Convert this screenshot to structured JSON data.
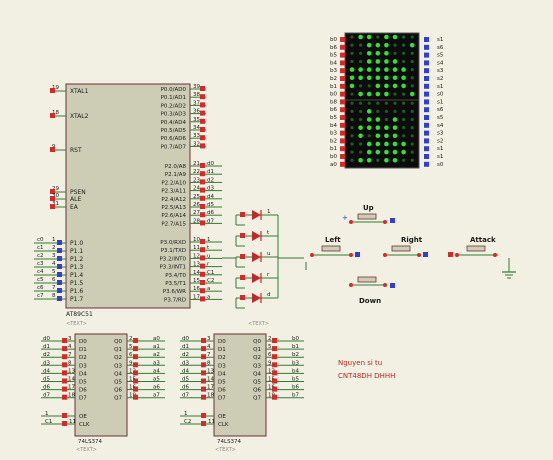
{
  "placeholder_text": "<TEXT>",
  "mcu": {
    "part": "AT89C51",
    "left_pins": [
      {
        "num": "19",
        "name": "XTAL1"
      },
      {
        "num": "18",
        "name": "XTAL2"
      },
      {
        "num": "9",
        "name": "RST"
      },
      {
        "num": "29",
        "name": "PSEN"
      },
      {
        "num": "30",
        "name": "ALE"
      },
      {
        "num": "31",
        "name": "EA"
      },
      {
        "num": "1",
        "name": "P1.0",
        "net": "c0"
      },
      {
        "num": "2",
        "name": "P1.1",
        "net": "c1"
      },
      {
        "num": "3",
        "name": "P1.2",
        "net": "c2"
      },
      {
        "num": "4",
        "name": "P1.3",
        "net": "c3"
      },
      {
        "num": "5",
        "name": "P1.4",
        "net": "c4"
      },
      {
        "num": "6",
        "name": "P1.5",
        "net": "c5"
      },
      {
        "num": "7",
        "name": "P1.6",
        "net": "c6"
      },
      {
        "num": "8",
        "name": "P1.7",
        "net": "c7"
      }
    ],
    "right_pins": [
      {
        "num": "39",
        "name": "P0.0/AD0"
      },
      {
        "num": "38",
        "name": "P0.1/AD1"
      },
      {
        "num": "37",
        "name": "P0.2/AD2"
      },
      {
        "num": "36",
        "name": "P0.3/AD3"
      },
      {
        "num": "35",
        "name": "P0.4/AD4"
      },
      {
        "num": "34",
        "name": "P0.5/AD5"
      },
      {
        "num": "33",
        "name": "P0.6/AD6"
      },
      {
        "num": "32",
        "name": "P0.7/AD7"
      },
      {
        "num": "21",
        "name": "P2.0/A8",
        "net": "d0"
      },
      {
        "num": "22",
        "name": "P2.1/A9",
        "net": "d1"
      },
      {
        "num": "23",
        "name": "P2.2/A10",
        "net": "d2"
      },
      {
        "num": "24",
        "name": "P2.3/A11",
        "net": "d3"
      },
      {
        "num": "25",
        "name": "P2.4/A12",
        "net": "d4"
      },
      {
        "num": "26",
        "name": "P2.5/A13",
        "net": "d5"
      },
      {
        "num": "27",
        "name": "P2.6/A14",
        "net": "d6"
      },
      {
        "num": "28",
        "name": "P2.7/A15",
        "net": "d7"
      },
      {
        "num": "10",
        "name": "P3.0/RXD",
        "net": "1"
      },
      {
        "num": "11",
        "name": "P3.1/TXD",
        "net": "t"
      },
      {
        "num": "12",
        "name": "P3.2/INT0",
        "net": "u"
      },
      {
        "num": "13",
        "name": "P3.3/INT1",
        "net": "r"
      },
      {
        "num": "14",
        "name": "P3.4/T0",
        "net": "C1"
      },
      {
        "num": "15",
        "name": "P3.5/T1",
        "net": "C2"
      },
      {
        "num": "16",
        "name": "P3.6/WR",
        "net": "a"
      },
      {
        "num": "17",
        "name": "P3.7/RD",
        "net": "a"
      }
    ]
  },
  "diodes": [
    {
      "net": "1"
    },
    {
      "net": "t"
    },
    {
      "net": "u"
    },
    {
      "net": "r"
    },
    {
      "net": "d"
    }
  ],
  "matrix": {
    "left_labels": [
      "b0",
      "b6",
      "b5",
      "b4",
      "b3",
      "b2",
      "b1",
      "b0",
      "b8",
      "b6",
      "b5",
      "b4",
      "b3",
      "b2",
      "b1",
      "b0",
      "a0"
    ],
    "right_labels": [
      "s1",
      "s6",
      "s5",
      "s4",
      "s3",
      "s2",
      "s1",
      "s0",
      "s1",
      "s6",
      "s5",
      "s4",
      "s3",
      "s2",
      "s1",
      "s1",
      "s0"
    ],
    "lit": [
      [
        0,
        1,
        1,
        0,
        1,
        1,
        0,
        0
      ],
      [
        0,
        0,
        1,
        1,
        1,
        0,
        0,
        1
      ],
      [
        0,
        0,
        1,
        1,
        1,
        0,
        0,
        0
      ],
      [
        0,
        0,
        1,
        1,
        1,
        1,
        0,
        0
      ],
      [
        1,
        1,
        1,
        1,
        1,
        1,
        1,
        0
      ],
      [
        1,
        1,
        1,
        1,
        1,
        1,
        1,
        0
      ],
      [
        1,
        0,
        0,
        1,
        1,
        1,
        1,
        0
      ],
      [
        0,
        1,
        1,
        1,
        1,
        0,
        0,
        1
      ],
      [
        0,
        0,
        0,
        0,
        0,
        0,
        0,
        0
      ],
      [
        0,
        0,
        1,
        0,
        0,
        0,
        0,
        0
      ],
      [
        0,
        0,
        1,
        1,
        0,
        1,
        0,
        0
      ],
      [
        0,
        1,
        1,
        1,
        1,
        1,
        0,
        0
      ],
      [
        0,
        1,
        0,
        1,
        1,
        1,
        0,
        0
      ],
      [
        0,
        0,
        1,
        1,
        1,
        1,
        1,
        0
      ],
      [
        0,
        0,
        1,
        1,
        1,
        1,
        1,
        0
      ],
      [
        0,
        1,
        1,
        0,
        1,
        1,
        0,
        0
      ]
    ]
  },
  "buttons": {
    "up": "Up",
    "left": "Left",
    "right": "Right",
    "down": "Down",
    "attack": "Attack"
  },
  "latch1": {
    "part": "74LS374",
    "d_pins": [
      {
        "num": "3",
        "name": "D0",
        "net": "d0"
      },
      {
        "num": "4",
        "name": "D1",
        "net": "d1"
      },
      {
        "num": "7",
        "name": "D2",
        "net": "d2"
      },
      {
        "num": "8",
        "name": "D3",
        "net": "d3"
      },
      {
        "num": "13",
        "name": "D4",
        "net": "d4"
      },
      {
        "num": "14",
        "name": "D5",
        "net": "d5"
      },
      {
        "num": "17",
        "name": "D6",
        "net": "d6"
      },
      {
        "num": "18",
        "name": "D7",
        "net": "d7"
      }
    ],
    "q_pins": [
      {
        "num": "2",
        "name": "Q0",
        "net": "a0"
      },
      {
        "num": "5",
        "name": "Q1",
        "net": "a1"
      },
      {
        "num": "6",
        "name": "Q2",
        "net": "a2"
      },
      {
        "num": "9",
        "name": "Q3",
        "net": "a3"
      },
      {
        "num": "12",
        "name": "Q4",
        "net": "a4"
      },
      {
        "num": "15",
        "name": "Q5",
        "net": "a5"
      },
      {
        "num": "16",
        "name": "Q6",
        "net": "a6"
      },
      {
        "num": "19",
        "name": "Q7",
        "net": "a7"
      }
    ],
    "oe_pin": {
      "num": "1",
      "name": "OE"
    },
    "clk_pin": {
      "num": "11",
      "name": "CLK",
      "net": "C1"
    }
  },
  "latch2": {
    "part": "74LS374",
    "d_pins": [
      {
        "num": "3",
        "name": "D0",
        "net": "d0"
      },
      {
        "num": "4",
        "name": "D1",
        "net": "d1"
      },
      {
        "num": "7",
        "name": "D2",
        "net": "d2"
      },
      {
        "num": "8",
        "name": "D3",
        "net": "d3"
      },
      {
        "num": "13",
        "name": "D4",
        "net": "d4"
      },
      {
        "num": "14",
        "name": "D5",
        "net": "d5"
      },
      {
        "num": "17",
        "name": "D6",
        "net": "d6"
      },
      {
        "num": "18",
        "name": "D7",
        "net": "d7"
      }
    ],
    "q_pins": [
      {
        "num": "2",
        "name": "Q0",
        "net": "b0"
      },
      {
        "num": "5",
        "name": "Q1",
        "net": "b1"
      },
      {
        "num": "6",
        "name": "Q2",
        "net": "b2"
      },
      {
        "num": "9",
        "name": "Q3",
        "net": "b3"
      },
      {
        "num": "12",
        "name": "Q4",
        "net": "b4"
      },
      {
        "num": "15",
        "name": "Q5",
        "net": "b5"
      },
      {
        "num": "16",
        "name": "Q6",
        "net": "b6"
      },
      {
        "num": "19",
        "name": "Q7",
        "net": "b7"
      }
    ],
    "oe_pin": {
      "num": "1",
      "name": "OE"
    },
    "clk_pin": {
      "num": "11",
      "name": "CLK",
      "net": "C2"
    }
  },
  "author": {
    "name": "Nguyen si tu",
    "class": "CNT48DH DHHH"
  },
  "colors": {
    "background": "#f2f0e3",
    "chip_body": "#cdccb5",
    "chip_border": "#6b3232",
    "wire": "#2f7d32",
    "pin_red": "#d42a2a",
    "pin_blue": "#2f3fd0",
    "text": "#1a1a1a",
    "author_text": "#b42a1e",
    "matrix_bg": "#0c0c0c",
    "led_on": "#33e033",
    "led_off": "#1e5f1e",
    "diode": "#c0282a"
  }
}
